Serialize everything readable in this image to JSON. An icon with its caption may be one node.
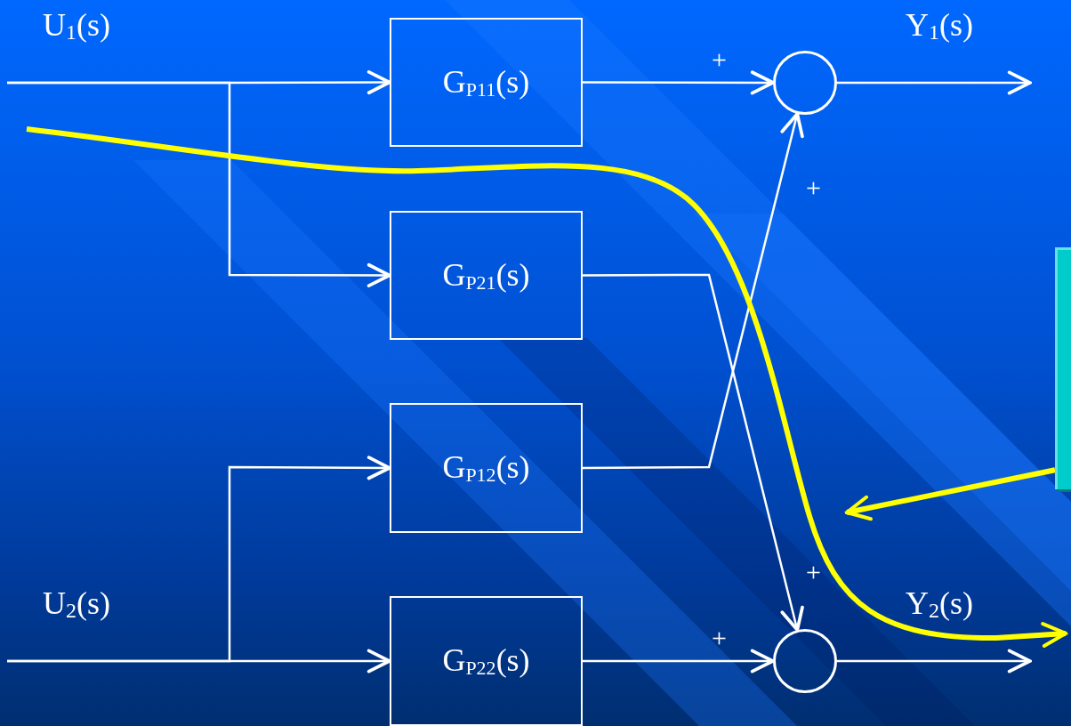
{
  "diagram": {
    "nodes": [
      {
        "text": [
          "G$_{P11}$(s)"
        ]
      },
      {
        "text": [
          "G$_{P21}$(s)"
        ]
      },
      {
        "text": [
          "G$_{P12}$(s)"
        ]
      },
      {
        "text": [
          "G$_{P22}$(s)"
        ]
      },
      {
        "text": [],
        "shape": "circle"
      },
      {
        "text": [],
        "shape": "circle"
      },
      {
        "text": [],
        "shape": "box"
      }
    ],
    "edges": [
      {
        "from": null,
        "to": 0,
        "arrow": "to"
      },
      {
        "from": null,
        "to": 1,
        "arrow": "to"
      },
      {
        "from": null,
        "to": 2,
        "arrow": "to"
      },
      {
        "from": null,
        "to": 3,
        "arrow": "to"
      },
      {
        "from": 0,
        "to": 4,
        "arrow": "to"
      },
      {
        "from": 1,
        "to": 5,
        "arrow": "to"
      },
      {
        "from": 2,
        "to": 4,
        "arrow": "to"
      },
      {
        "from": 3,
        "to": 5,
        "arrow": "to"
      },
      {
        "from": 4,
        "to": null,
        "arrow": "to"
      },
      {
        "from": 5,
        "to": null,
        "arrow": "to"
      },
      {
        "from": 6,
        "to": null,
        "arrow": "to",
        "style": "thick",
        "color": "#ffff00"
      }
    ],
    "labels": [
      "U$_{1}$(s)",
      "Y$_{1}$(s)",
      "+",
      "+",
      "+",
      "U$_{2}$(s)",
      "Y$_{2}$(s)",
      "+"
    ]
  }
}
